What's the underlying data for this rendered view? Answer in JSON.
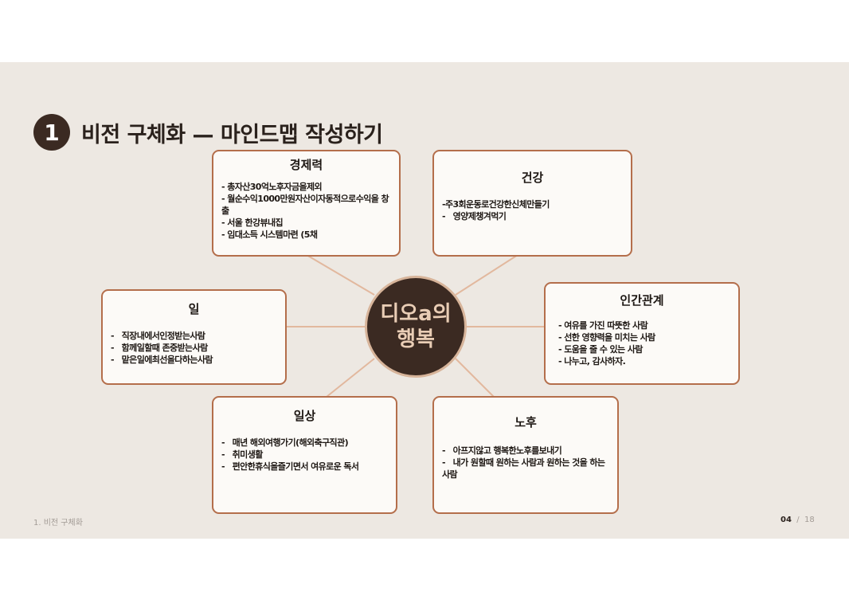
{
  "slide": {
    "number_badge": "1",
    "title": "비전 구체화 — 마인드맵 작성하기",
    "center_line1": "디오a의",
    "center_line2": "행복",
    "footer_left": "1. 비전 구체화",
    "page_current": "04",
    "page_sep": "/",
    "page_total": "18"
  },
  "nodes": {
    "economy": {
      "title": "경제력",
      "items": [
        "- 총자산30억노후자금을제외",
        "- 월순수익1000만원자산이자동적으로수익을 창출",
        "- 서울 한강뷰내집",
        "- 임대소득 시스템마련 (5채"
      ]
    },
    "health": {
      "title": "건강",
      "items": [
        "-주3회운동로건강한신체만들기",
        "-   영양제챙겨먹기"
      ]
    },
    "work": {
      "title": "일",
      "items": [
        "-   직장내에서인정받는사람",
        "-   함께일할때 존중받는사람",
        "-   맡은일에최선을다하는사람"
      ]
    },
    "relations": {
      "title": "인간관계",
      "items": [
        "- 여유를 가진 따뜻한 사람",
        "- 선한 영향력을 미치는 사람",
        "- 도움을 줄 수 있는 사람",
        "- 나누고, 감사하자."
      ]
    },
    "daily": {
      "title": "일상",
      "items": [
        "-   매년 해외여행가기(해외축구직관)",
        "-   취미생활",
        "-   편안한휴식을즐기면서 여유로운 독서"
      ]
    },
    "retirement": {
      "title": "노후",
      "items": [
        "-   아프지않고 행복한노후를보내기",
        "-   내가 원할때 원하는 사람과 원하는 것을 하는 사람"
      ]
    }
  }
}
